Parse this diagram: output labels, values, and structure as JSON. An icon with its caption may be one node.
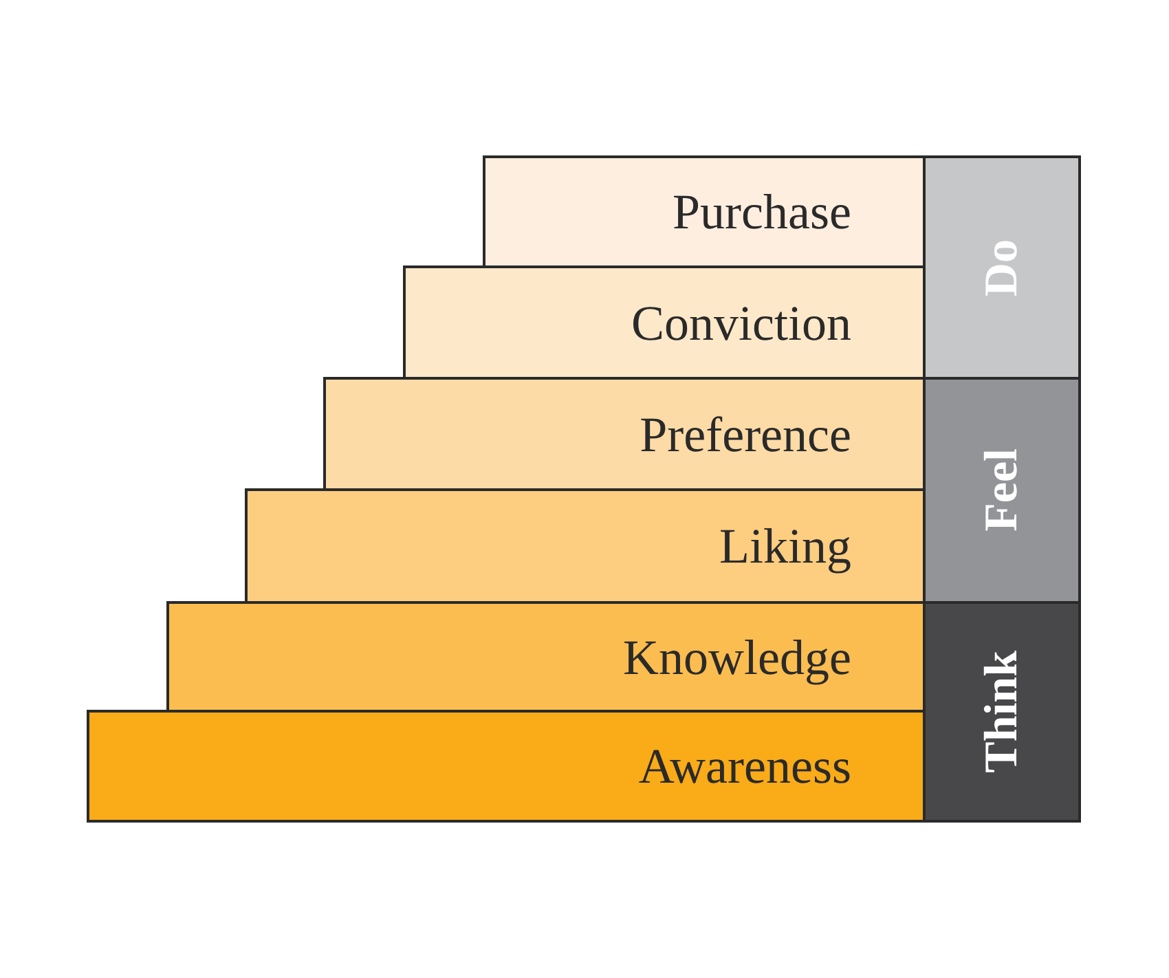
{
  "diagram": {
    "nodes": [
      {
        "text": [
          "Purchase"
        ]
      },
      {
        "text": [
          "Conviction"
        ]
      },
      {
        "text": [
          "Preference"
        ]
      },
      {
        "text": [
          "Liking"
        ]
      },
      {
        "text": [
          "Knowledge"
        ]
      },
      {
        "text": [
          "Awareness"
        ]
      },
      {
        "text": [
          "Do"
        ]
      },
      {
        "text": [
          "Feel"
        ]
      },
      {
        "text": [
          "Think"
        ]
      }
    ]
  }
}
